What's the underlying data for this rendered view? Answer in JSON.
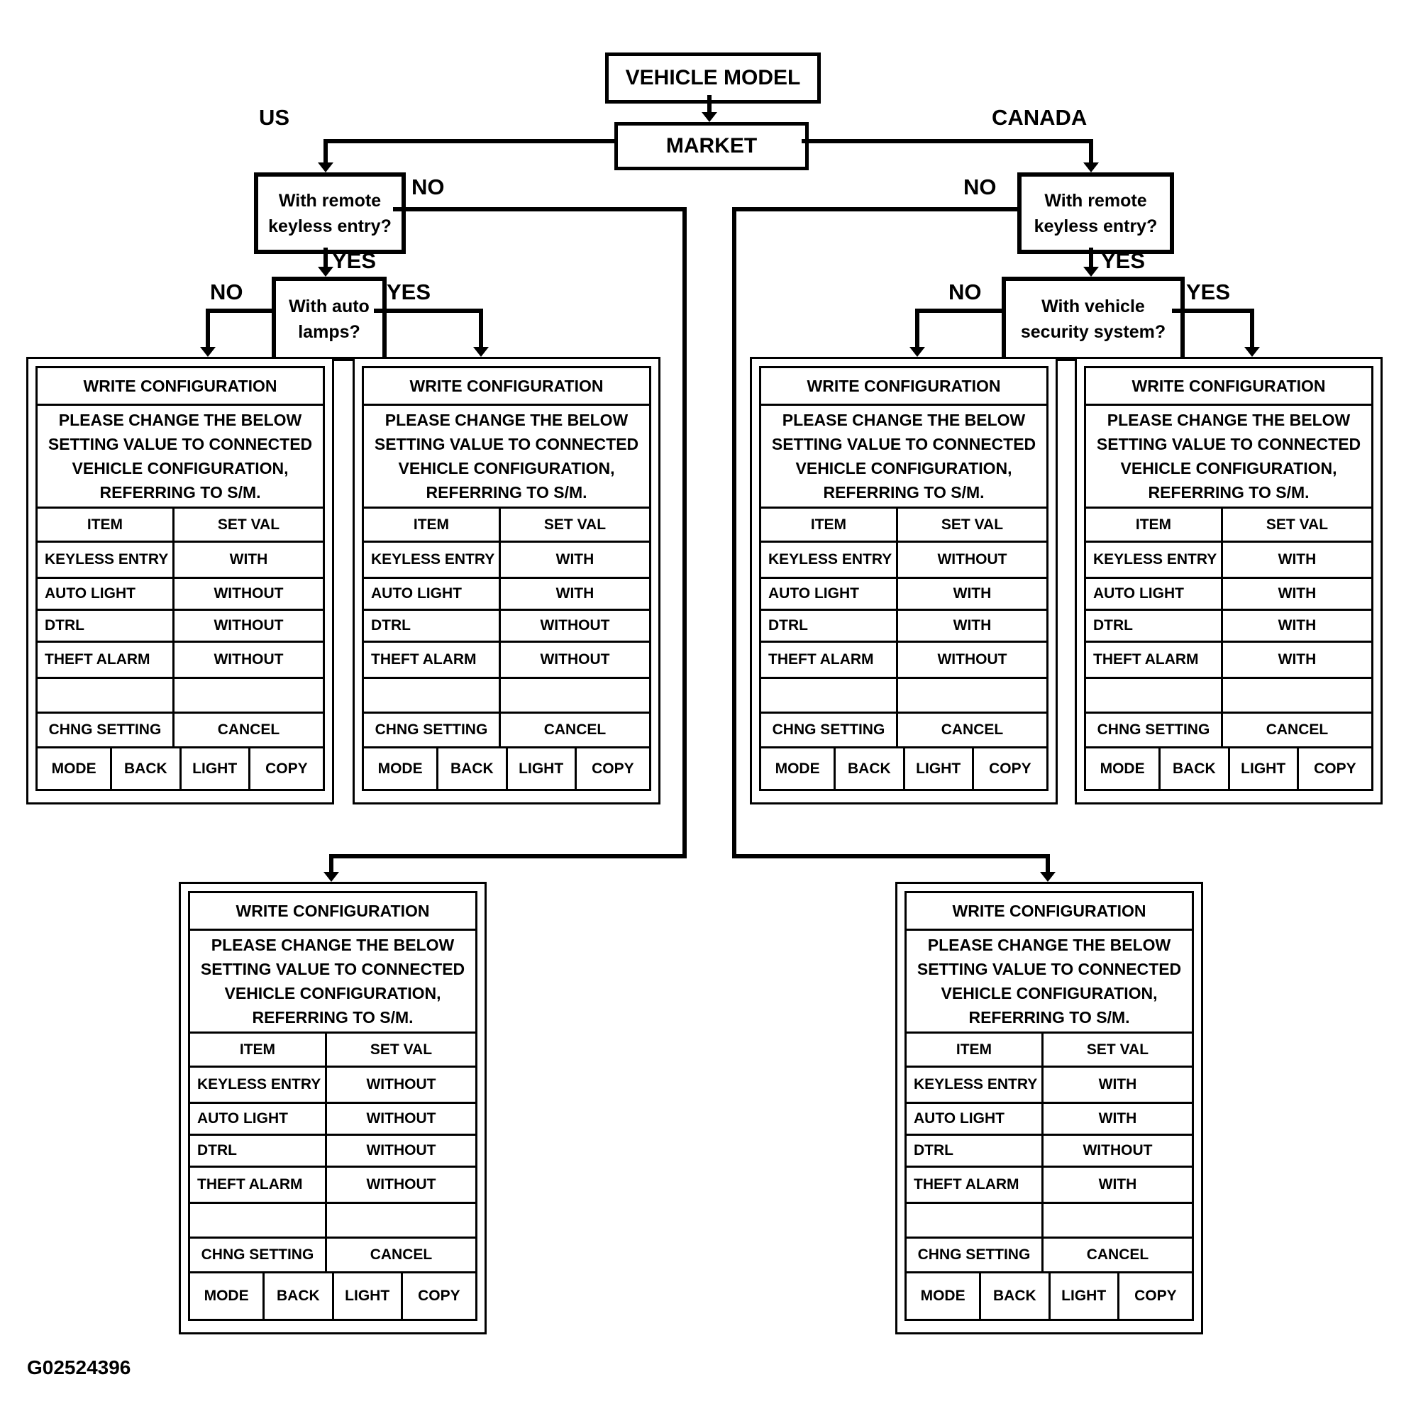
{
  "labels": {
    "vehicle_model": "VEHICLE MODEL",
    "market": "MARKET",
    "us": "US",
    "canada": "CANADA",
    "yes": "YES",
    "no": "NO",
    "footer_code": "G02524396"
  },
  "decisions": {
    "keyless_us": [
      "With remote",
      "keyless entry?"
    ],
    "auto_lamps": [
      "With auto",
      "lamps?"
    ],
    "keyless_ca": [
      "With remote",
      "keyless entry?"
    ],
    "security_ca": [
      "With vehicle",
      "security system?"
    ]
  },
  "table_common": {
    "title": "WRITE CONFIGURATION",
    "message_lines": [
      "PLEASE CHANGE THE BELOW",
      "SETTING VALUE TO CONNECTED",
      "VEHICLE CONFIGURATION,",
      "REFERRING TO S/M."
    ],
    "col_item": "ITEM",
    "col_setval": "SET VAL",
    "row_labels": [
      "KEYLESS ENTRY",
      "AUTO LIGHT",
      "DTRL",
      "THEFT ALARM"
    ],
    "btn_chng_setting": "CHNG SETTING",
    "btn_cancel": "CANCEL",
    "btn_mode": "MODE",
    "btn_back": "BACK",
    "btn_light": "LIGHT",
    "btn_copy": "COPY"
  },
  "tables": [
    {
      "values": [
        "WITH",
        "WITHOUT",
        "WITHOUT",
        "WITHOUT"
      ]
    },
    {
      "values": [
        "WITH",
        "WITH",
        "WITHOUT",
        "WITHOUT"
      ]
    },
    {
      "values": [
        "WITHOUT",
        "WITH",
        "WITH",
        "WITHOUT"
      ]
    },
    {
      "values": [
        "WITH",
        "WITH",
        "WITH",
        "WITH"
      ]
    },
    {
      "values": [
        "WITHOUT",
        "WITHOUT",
        "WITHOUT",
        "WITHOUT"
      ]
    },
    {
      "values": [
        "WITH",
        "WITH",
        "WITHOUT",
        "WITH"
      ]
    }
  ]
}
